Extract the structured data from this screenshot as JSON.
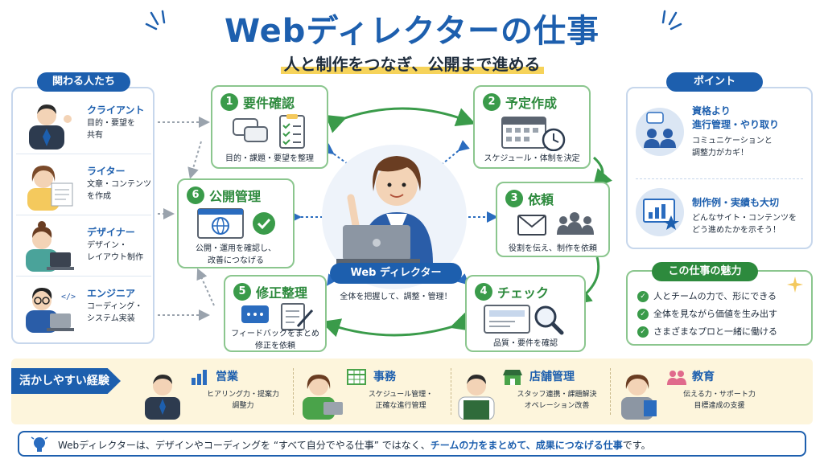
{
  "title": "Webディレクターの仕事",
  "subtitle": "人と制作をつなぎ、公開まで進める",
  "left_panel": {
    "label": "関わる人たち",
    "people": [
      {
        "title": "クライアント",
        "desc": "目的・要望を\n共有"
      },
      {
        "title": "ライター",
        "desc": "文章・コンテンツ\nを作成"
      },
      {
        "title": "デザイナー",
        "desc": "デザイン・\nレイアウト制作"
      },
      {
        "title": "エンジニア",
        "desc": "コーディング・\nシステム実装"
      }
    ]
  },
  "steps": [
    {
      "num": "1",
      "title": "要件確認",
      "desc": "目的・課題・要望を整理"
    },
    {
      "num": "2",
      "title": "予定作成",
      "desc": "スケジュール・体制を決定"
    },
    {
      "num": "3",
      "title": "依頼",
      "desc": "役割を伝え、制作を依頼"
    },
    {
      "num": "4",
      "title": "チェック",
      "desc": "品質・要件を確認"
    },
    {
      "num": "5",
      "title": "修正整理",
      "desc": "フィードバックをまとめ\n修正を依頼"
    },
    {
      "num": "6",
      "title": "公開管理",
      "desc": "公開・運用を確認し、\n改善につなげる"
    }
  ],
  "center": {
    "label": "Web ディレクター",
    "desc": "全体を把握して、調整・管理！"
  },
  "points": {
    "label": "ポイント",
    "items": [
      {
        "title": "資格より\n進行管理・やり取り",
        "desc": "コミュニケーションと\n調整力がカギ！"
      },
      {
        "title": "制作例・実績も大切",
        "desc": "どんなサイト・コンテンツを\nどう進めたかを示そう！"
      }
    ]
  },
  "charm": {
    "label": "この仕事の魅力",
    "items": [
      "人とチームの力で、形にできる",
      "全体を見ながら価値を生み出す",
      "さまざまなプロと一緒に働ける"
    ]
  },
  "experience": {
    "label": "活かしやすい経験",
    "items": [
      {
        "title": "営業",
        "desc": "ヒアリング力・提案力\n調整力"
      },
      {
        "title": "事務",
        "desc": "スケジュール管理・\n正確な進行管理"
      },
      {
        "title": "店舗管理",
        "desc": "スタッフ連携・課題解決\nオペレーション改善"
      },
      {
        "title": "教育",
        "desc": "伝える力・サポート力\n目標達成の支援"
      }
    ]
  },
  "footer": {
    "part1": "Webディレクターは、デザインやコーディングを “すべて自分でやる仕事” ではなく、",
    "part2": "チームの力をまとめて、成果につなげる仕事",
    "part3": "です。"
  },
  "colors": {
    "primary": "#1d5fae",
    "green": "#3a9b4a",
    "band": "#fdf5dc"
  }
}
